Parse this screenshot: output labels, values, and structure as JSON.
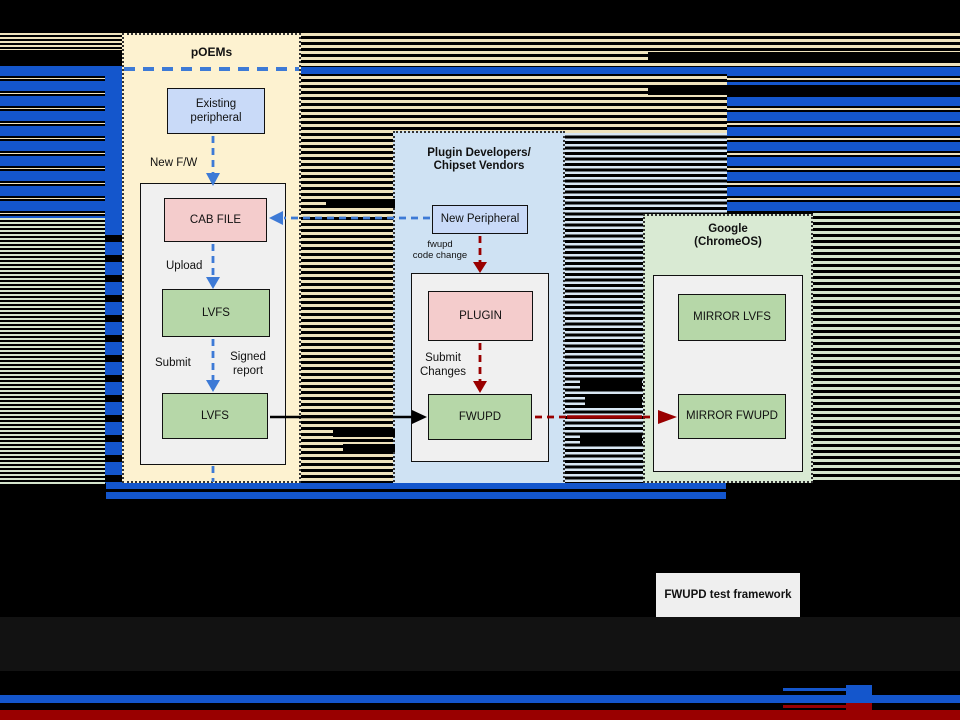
{
  "panels": {
    "poems": {
      "title": "pOEMs"
    },
    "plugin": {
      "title": "Plugin Developers/\nChipset Vendors"
    },
    "google": {
      "title": "Google\n(ChromeOS)"
    }
  },
  "boxes": {
    "existing_peripheral": "Existing\nperipheral",
    "cab_file": "CAB FILE",
    "lvfs_upper": "LVFS",
    "lvfs_lower": "LVFS",
    "new_peripheral": "New Peripheral",
    "plugin": "PLUGIN",
    "fwupd": "FWUPD",
    "mirror_lvfs": "MIRROR LVFS",
    "mirror_fwupd": "MIRROR FWUPD",
    "test_framework": "FWUPD test framework"
  },
  "labels": {
    "new_fw": "New F/W",
    "upload": "Upload",
    "submit": "Submit",
    "signed_report": "Signed\nreport",
    "fwupd_code_change": "fwupd\ncode change",
    "submit_changes": "Submit\nChanges"
  },
  "colors": {
    "glitch_blue": "#1456cc",
    "arrow_blue": "#3d7ad6",
    "arrow_red": "#990000",
    "panel_cream": "#fdf2d0",
    "panel_lightblue": "#cfe2f3",
    "panel_lightgreen": "#d9ead3",
    "box_blue": "#c9daf8",
    "box_pink": "#f4cccc",
    "box_green": "#b6d7a8",
    "stripe_tan": "#efe3bd",
    "inner_gray": "#f0f0f0"
  }
}
